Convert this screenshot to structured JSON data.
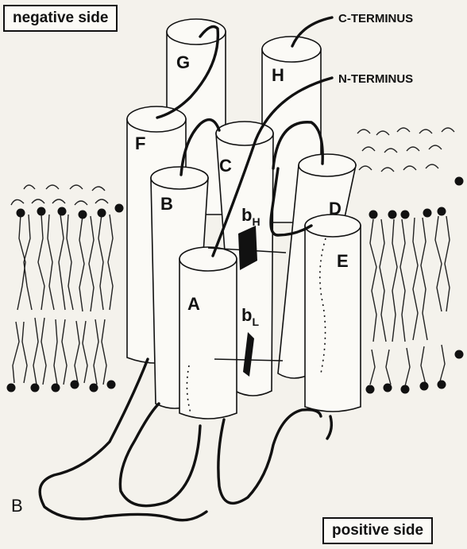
{
  "labels": {
    "negative_side": "negative side",
    "positive_side": "positive side",
    "c_terminus": "C-TERMINUS",
    "n_terminus": "N-TERMINUS",
    "panel": "B"
  },
  "helices": [
    "A",
    "B",
    "C",
    "D",
    "E",
    "F",
    "G",
    "H"
  ],
  "hemes": {
    "b_high": {
      "base": "b",
      "subscript": "H"
    },
    "b_low": {
      "base": "b",
      "subscript": "L"
    }
  },
  "colors": {
    "ink": "#111111",
    "paper": "#f4f2ec",
    "cylinder_fill": "#fbfaf6"
  }
}
